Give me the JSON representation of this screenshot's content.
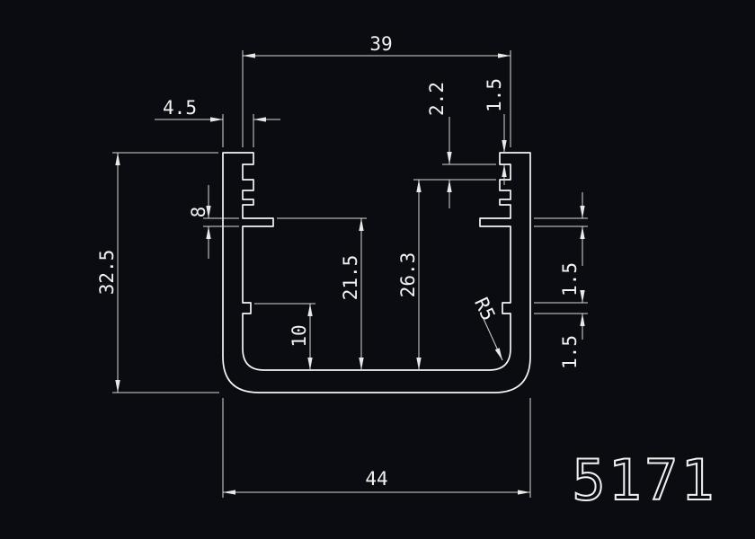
{
  "canvas": {
    "background": "#0a0c11",
    "geometry_color": "#f5f5f5",
    "dimension_color": "#d9d9d9"
  },
  "part_number": "5171",
  "dimensions": {
    "opening_width": "39",
    "lip_width": "4.5",
    "serration_pitch": "2.2",
    "serration_tooth": "1.5",
    "overall_height": "32.5",
    "left_fin_dim": "8",
    "fin_to_bottom": "21.5",
    "groove_to_bottom": "26.3",
    "rib_to_bottom": "10",
    "corner_radius": "R5",
    "right_fin_thickness": "1.5",
    "right_rib_height": "1.5",
    "overall_width": "44"
  }
}
